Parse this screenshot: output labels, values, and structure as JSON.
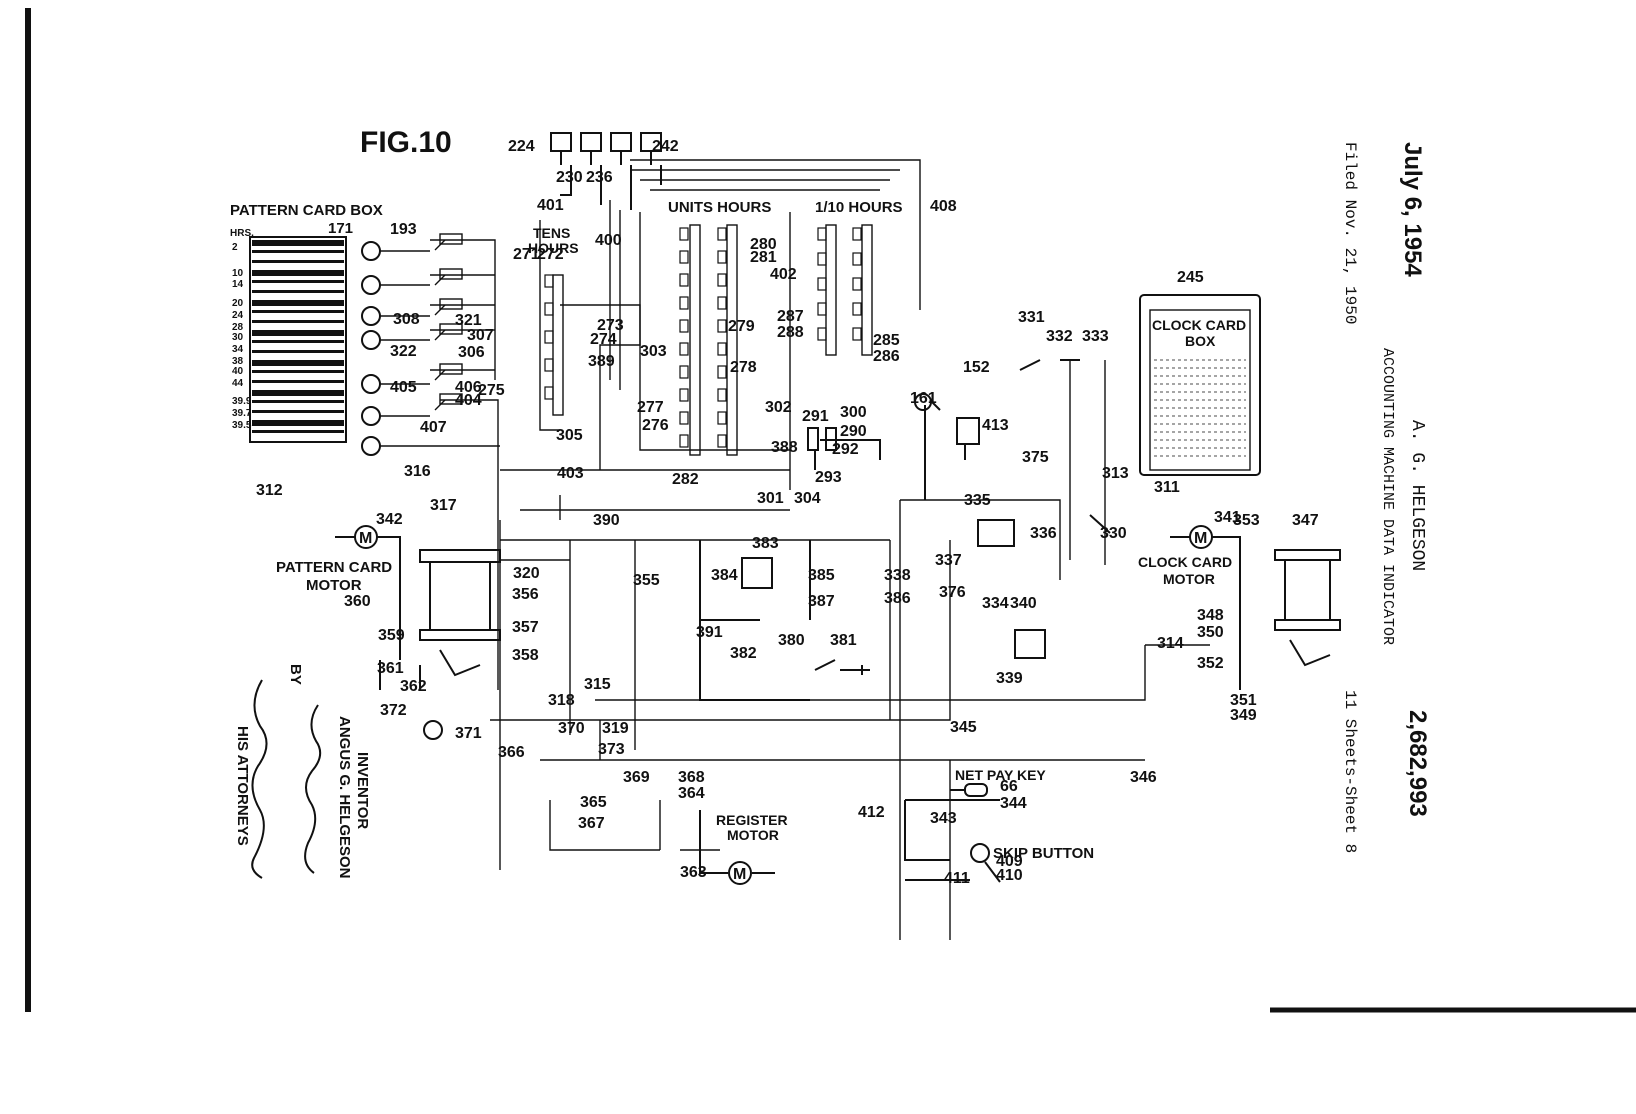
{
  "figure": "FIG.10",
  "header": {
    "date": "July 6, 1954",
    "filed": "Filed Nov. 21, 1950",
    "inventor_short": "A. G. HELGESON",
    "title": "ACCOUNTING MACHINE DATA INDICATOR",
    "sheets": "11 Sheets-Sheet 8",
    "patent_no": "2,682,993"
  },
  "signature": {
    "inventor_label": "INVENTOR",
    "inventor_name": "ANGUS G. HELGESON",
    "by": "BY",
    "attorneys": "HIS ATTORNEYS"
  },
  "pattern_box": {
    "title": "PATTERN CARD BOX",
    "hrs": "HRS.",
    "ref": "171",
    "hours": [
      "2",
      "10",
      "14",
      "20",
      "24",
      "28",
      "30",
      "34",
      "38",
      "40",
      "44",
      "39.9",
      "39.7",
      "39.5"
    ]
  },
  "clock_box": {
    "title_line1": "CLOCK CARD",
    "title_line2": "BOX",
    "ref": "245"
  },
  "section_labels": {
    "tens_line1": "TENS",
    "tens_line2": "HOURS",
    "units": "UNITS HOURS",
    "tenths": "1/10 HOURS",
    "pattern_motor_line1": "PATTERN CARD",
    "pattern_motor_line2": "MOTOR",
    "clock_motor_line1": "CLOCK CARD",
    "clock_motor_line2": "MOTOR",
    "register_line1": "REGISTER",
    "register_line2": "MOTOR",
    "net_pay": "NET PAY KEY",
    "skip": "SKIP BUTTON",
    "motor_symbol": "M"
  },
  "ref_numbers": [
    "224",
    "230",
    "236",
    "242",
    "401",
    "408",
    "400",
    "271",
    "272",
    "280",
    "281",
    "402",
    "287",
    "288",
    "285",
    "286",
    "193",
    "308",
    "321",
    "307",
    "306",
    "322",
    "406",
    "405",
    "404",
    "407",
    "275",
    "273",
    "274",
    "389",
    "303",
    "279",
    "278",
    "277",
    "276",
    "403",
    "305",
    "302",
    "388",
    "291",
    "300",
    "290",
    "292",
    "293",
    "282",
    "301",
    "304",
    "390",
    "312",
    "316",
    "317",
    "342",
    "320",
    "356",
    "357",
    "358",
    "359",
    "361",
    "360",
    "362",
    "372",
    "371",
    "355",
    "383",
    "384",
    "385",
    "387",
    "391",
    "382",
    "380",
    "381",
    "338",
    "386",
    "315",
    "318",
    "370",
    "319",
    "373",
    "366",
    "369",
    "365",
    "367",
    "368",
    "364",
    "363",
    "345",
    "66",
    "344",
    "343",
    "412",
    "409",
    "410",
    "411",
    "346",
    "161",
    "413",
    "331",
    "332",
    "333",
    "152",
    "375",
    "335",
    "336",
    "337",
    "376",
    "334",
    "340",
    "339",
    "330",
    "313",
    "311",
    "341",
    "353",
    "347",
    "348",
    "350",
    "352",
    "351",
    "349",
    "314"
  ]
}
